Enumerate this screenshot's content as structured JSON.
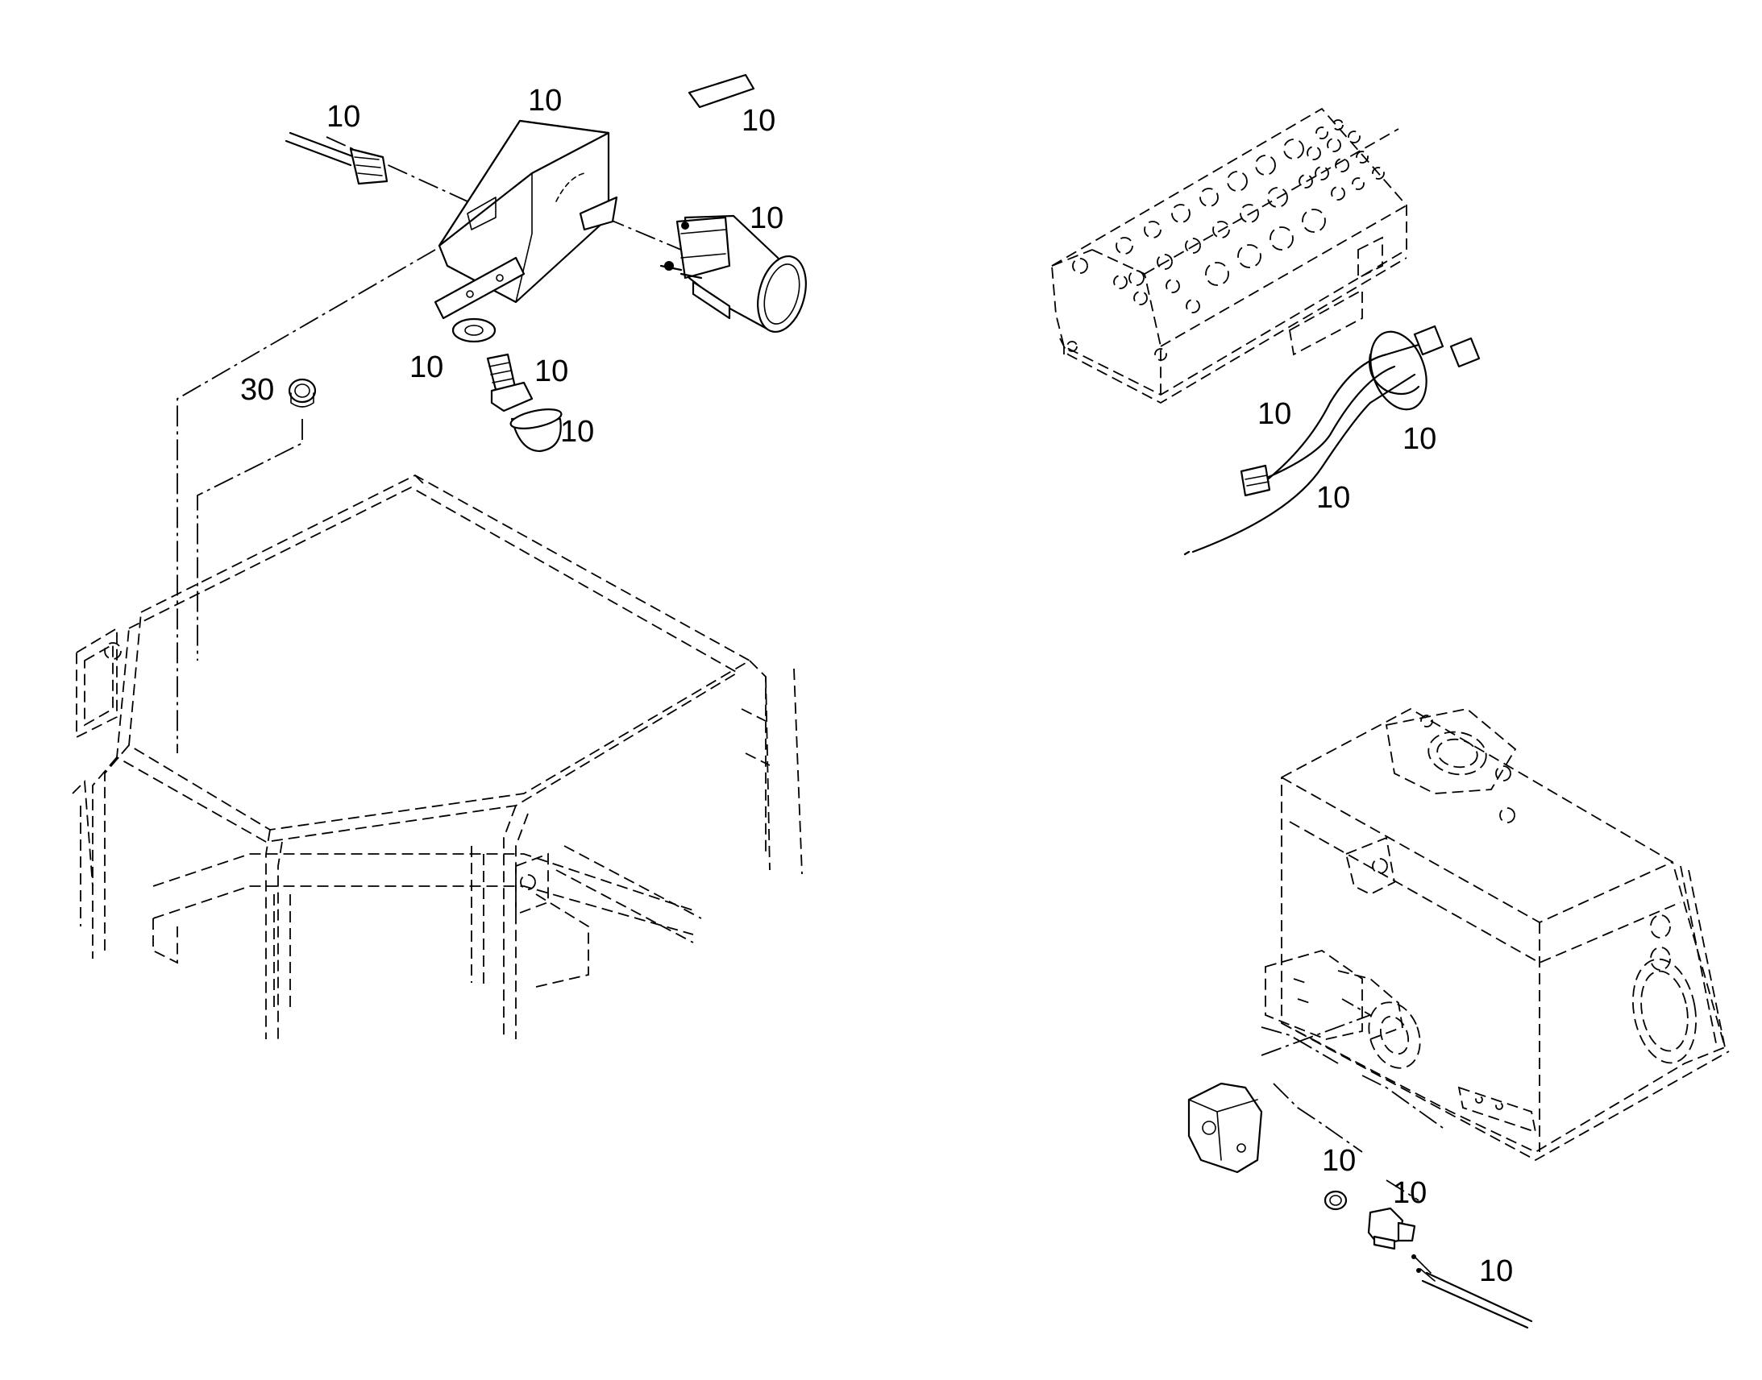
{
  "callouts": [
    {
      "id": "c1",
      "label": "10"
    },
    {
      "id": "c2",
      "label": "10"
    },
    {
      "id": "c3",
      "label": "10"
    },
    {
      "id": "c4",
      "label": "10"
    },
    {
      "id": "c5",
      "label": "10"
    },
    {
      "id": "c6",
      "label": "10"
    },
    {
      "id": "c7",
      "label": "10"
    },
    {
      "id": "c8",
      "label": "30"
    },
    {
      "id": "c9",
      "label": "10"
    },
    {
      "id": "c10",
      "label": "10"
    },
    {
      "id": "c11",
      "label": "10"
    },
    {
      "id": "c12",
      "label": "10"
    },
    {
      "id": "c13",
      "label": "10"
    },
    {
      "id": "c14",
      "label": "10"
    }
  ]
}
